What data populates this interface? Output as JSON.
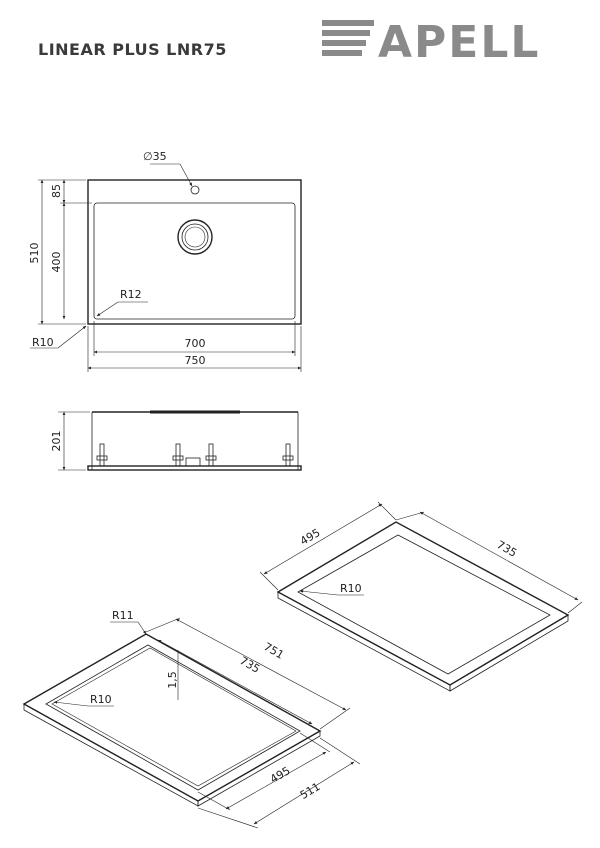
{
  "header": {
    "title": "LINEAR PLUS LNR75",
    "brand": "APELL",
    "brand_color": "#8a8a8a"
  },
  "top_view": {
    "dims": {
      "drain": "∅35",
      "overall_height": "510",
      "top_margin": "85",
      "bowl_height": "400",
      "inner_radius": "R12",
      "outer_radius": "R10",
      "bowl_width": "700",
      "overall_width": "750"
    }
  },
  "side_view": {
    "dims": {
      "depth": "201"
    }
  },
  "frame_right": {
    "dims": {
      "width": "495",
      "length": "735",
      "radius": "R10"
    }
  },
  "frame_left": {
    "dims": {
      "radius_outer": "R11",
      "outer_length": "751",
      "inner_length": "735",
      "thickness": "1,5",
      "radius_inner": "R10",
      "inner_width": "495",
      "outer_width": "511"
    }
  }
}
